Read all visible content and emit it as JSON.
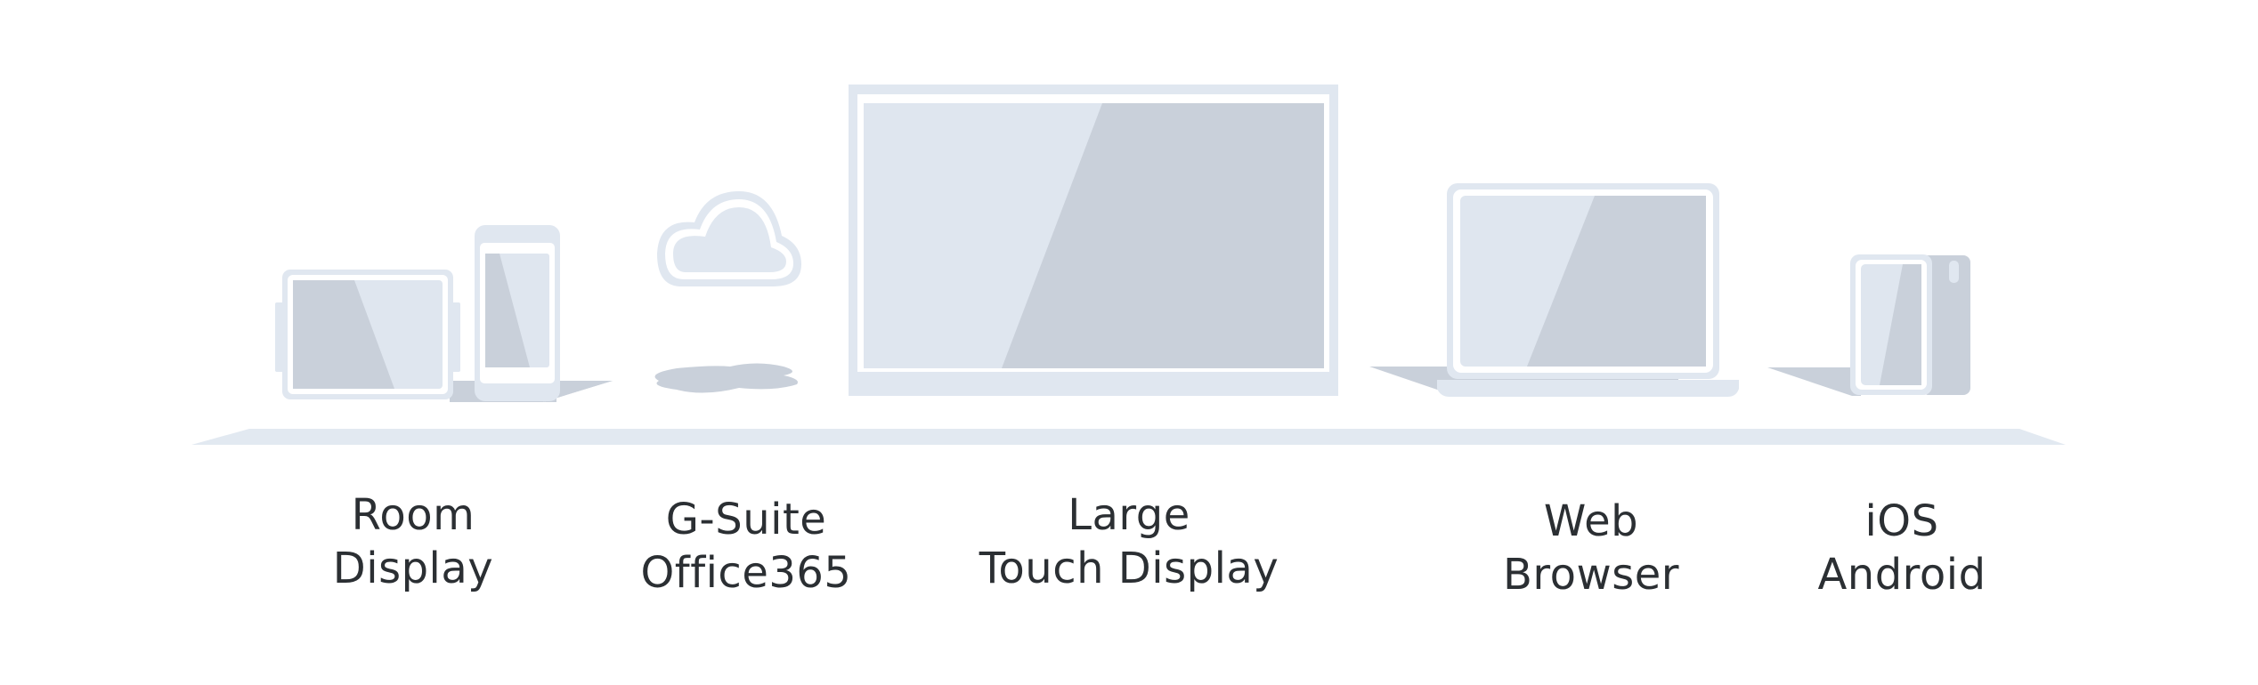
{
  "colors": {
    "light": "#e0e7f0",
    "dark": "#c9d0da",
    "shelf": "#e2e9f1",
    "text": "#2b2f33"
  },
  "devices": [
    {
      "id": "room-display",
      "icon": "tablet-phone-icon",
      "line1": "Room",
      "line2": "Display"
    },
    {
      "id": "gsuite-office365",
      "icon": "cloud-icon",
      "line1": "G-Suite",
      "line2": "Office365"
    },
    {
      "id": "large-touch-display",
      "icon": "monitor-icon",
      "line1": "Large",
      "line2": "Touch Display"
    },
    {
      "id": "web-browser",
      "icon": "laptop-icon",
      "line1": "Web",
      "line2": "Browser"
    },
    {
      "id": "ios-android",
      "icon": "smartphone-icon",
      "line1": "iOS",
      "line2": "Android"
    }
  ]
}
